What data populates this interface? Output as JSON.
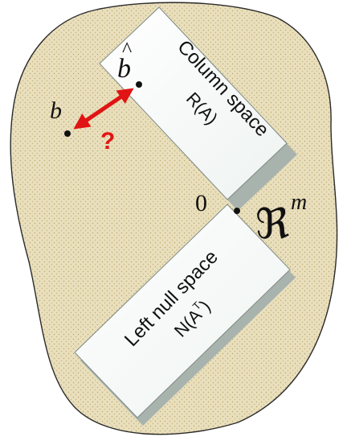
{
  "diagram": {
    "column_space": {
      "title": "Column space",
      "symbol": "R(A)"
    },
    "left_null_space": {
      "title": "Left null space",
      "symbol_base": "N(A",
      "symbol_sup": "T",
      "symbol_close": ")"
    },
    "points": {
      "b": "b",
      "b_hat_base": "b",
      "b_hat_accent": "^",
      "origin": "0"
    },
    "space_symbol": "ℜ",
    "space_exponent": "m",
    "distance_query": "?",
    "colors": {
      "blob_fill": "#e9dfbd",
      "blob_dots": "#b8a86a",
      "panel_fill": "#ffffff",
      "panel_shadow": "#9aa6a0",
      "arrow": "#e01414"
    }
  }
}
